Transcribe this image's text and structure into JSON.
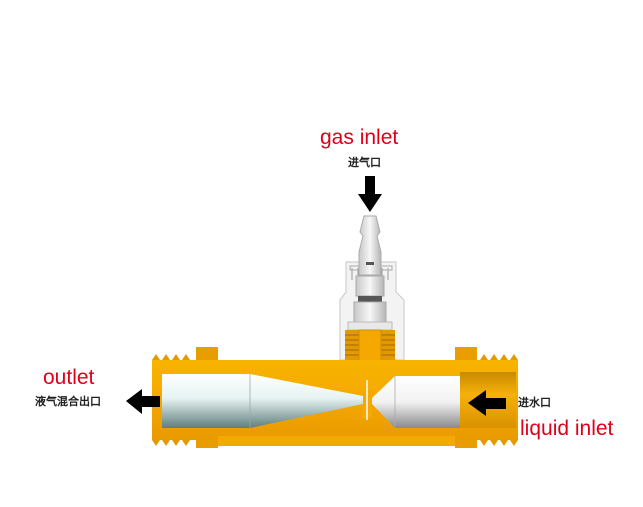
{
  "labels": {
    "gas_inlet_en": "gas inlet",
    "gas_inlet_cn": "进气口",
    "outlet_en": "outlet",
    "outlet_cn": "液气混合出口",
    "liquid_inlet_en": "liquid inlet",
    "liquid_inlet_cn": "进水口"
  },
  "colors": {
    "label_red": "#e0001a",
    "body_gold": "#f2a900",
    "arrow": "#000000"
  }
}
